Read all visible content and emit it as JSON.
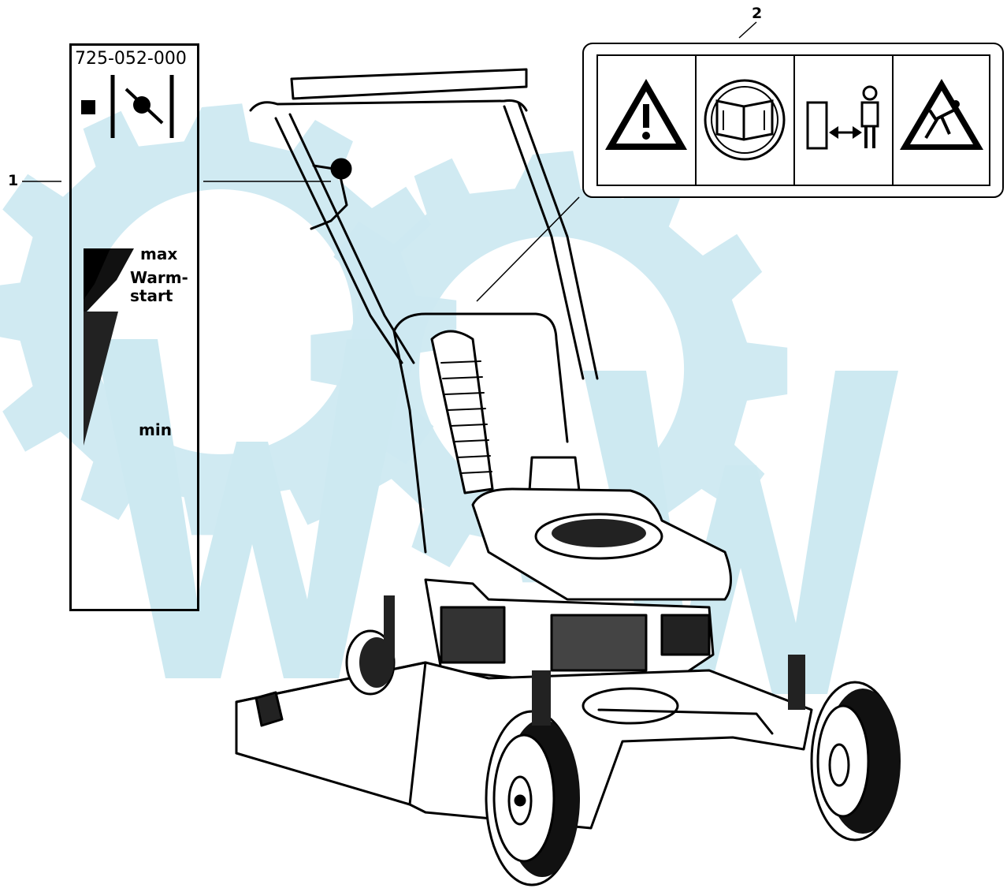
{
  "callouts": {
    "item1": "1",
    "item2": "2"
  },
  "decal_1": {
    "part_number": "725-052-000",
    "choke_max": "max",
    "choke_warm": "Warm-",
    "choke_start": "start",
    "choke_min": "min"
  },
  "decal_2": {
    "panels": [
      "warning-triangle-icon",
      "read-manual-icon",
      "keep-distance-icon",
      "thrown-object-hazard-icon"
    ]
  },
  "colors": {
    "watermark": "#cde9f1",
    "ink": "#000000"
  },
  "watermark": "tractor-gear-logo"
}
